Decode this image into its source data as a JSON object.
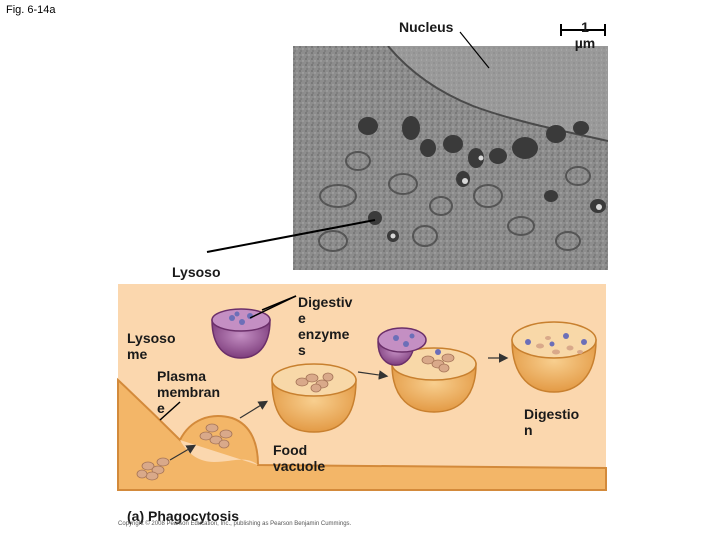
{
  "figure": {
    "label": "Fig. 6-14a",
    "caption": "(a) Phagocytosis",
    "copyright": "Copyright © 2008 Pearson Education, Inc., publishing as Pearson Benjamin Cummings."
  },
  "micrograph": {
    "nucleus_label": "Nucleus",
    "scale_bar_label": "1\nµm",
    "lysosome_label": "Lysoso\nme"
  },
  "diagram": {
    "lysosome_label": "Lysoso\nme",
    "digestive_enzymes_label": "Digestiv\ne\nenzyme\ns",
    "plasma_membrane_label": "Plasma\nmembran\ne",
    "food_vacuole_label": "Food\nvacuole",
    "digestion_label": "Digestio\nn"
  },
  "colors": {
    "panel_background": "#fbd7ae",
    "lysosome_purple": "#9b4f9a",
    "vacuole_orange": "#f3b668",
    "micrograph_gray": "#8c8c8c"
  }
}
